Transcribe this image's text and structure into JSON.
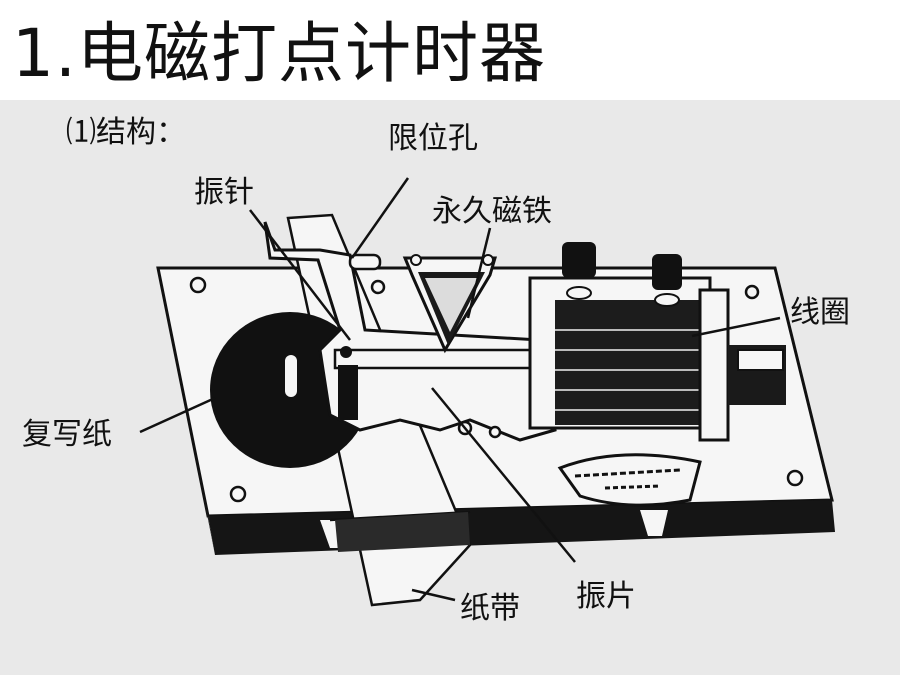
{
  "title": "1.电磁打点计时器",
  "subtitle": "⑴结构：",
  "labels": {
    "limit_hole": "限位孔",
    "needle": "振针",
    "magnet": "永久磁铁",
    "coil": "线圈",
    "carbon_paper": "复写纸",
    "tape": "纸带",
    "vibrating_plate": "振片"
  },
  "colors": {
    "ink": "#111111",
    "panel": "#e9e9e9",
    "paper": "#f6f6f6"
  }
}
